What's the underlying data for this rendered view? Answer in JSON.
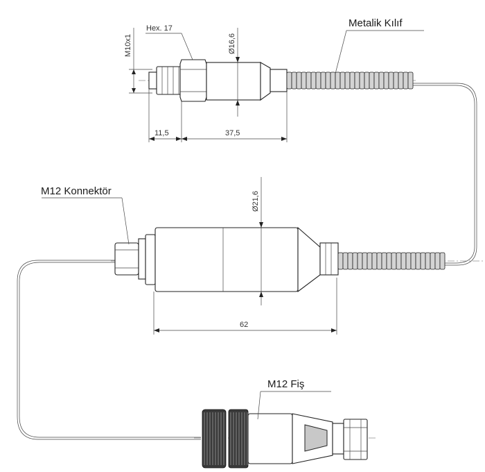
{
  "labels": {
    "hex": "Hex. 17",
    "thread": "M10x1",
    "dia_small": "Ø16,6",
    "sheath": "Metalik Kılıf",
    "connector": "M12 Konnektör",
    "dia_large": "Ø21,6",
    "plug": "M12 Fiş"
  },
  "dimensions": {
    "d1": "11,5",
    "d2": "37,5",
    "d3": "62"
  },
  "colors": {
    "line": "#222222",
    "shade": "#c8c8c8",
    "dark": "#3a3a3a"
  }
}
